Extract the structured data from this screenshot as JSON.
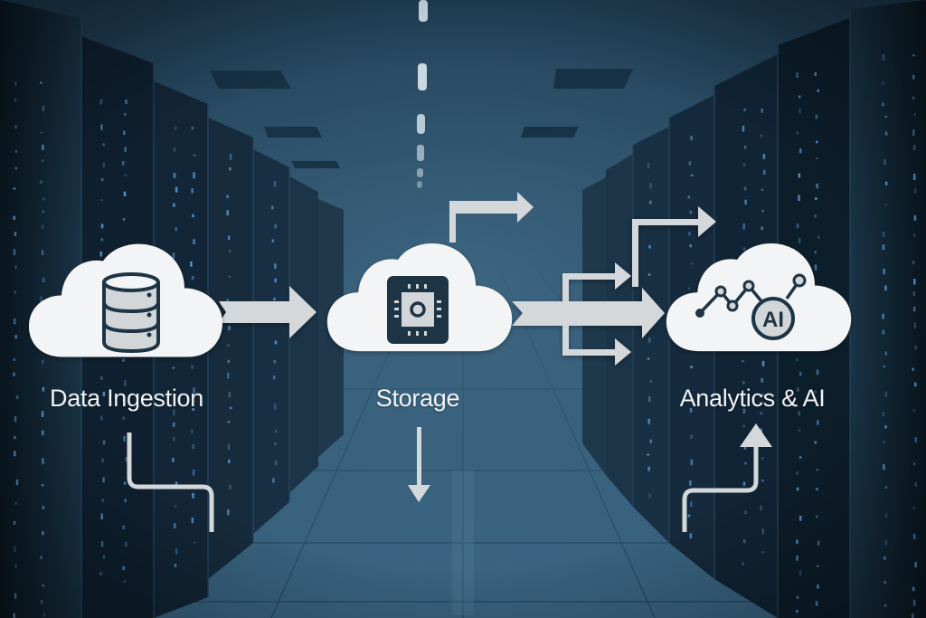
{
  "diagram": {
    "type": "data-pipeline",
    "nodes": [
      {
        "id": "ingestion",
        "label": "Data Ingestion",
        "icon": "database-icon"
      },
      {
        "id": "storage",
        "label": "Storage",
        "icon": "cpu-chip-icon"
      },
      {
        "id": "analytics",
        "label": "Analytics & AI",
        "icon": "ai-analytics-icon",
        "badge": "AI"
      }
    ],
    "edges": [
      {
        "from": "ingestion",
        "to": "storage",
        "style": "block-arrow"
      },
      {
        "from": "storage",
        "to": "analytics",
        "style": "branching-block-arrow"
      }
    ]
  },
  "colors": {
    "background": "#10283a",
    "cloud": "#f3f4f5",
    "icon_stroke": "#1d3445",
    "icon_fill": "#d2d6d9",
    "arrow": "#d4d8db",
    "label": "#f2f4f6"
  }
}
